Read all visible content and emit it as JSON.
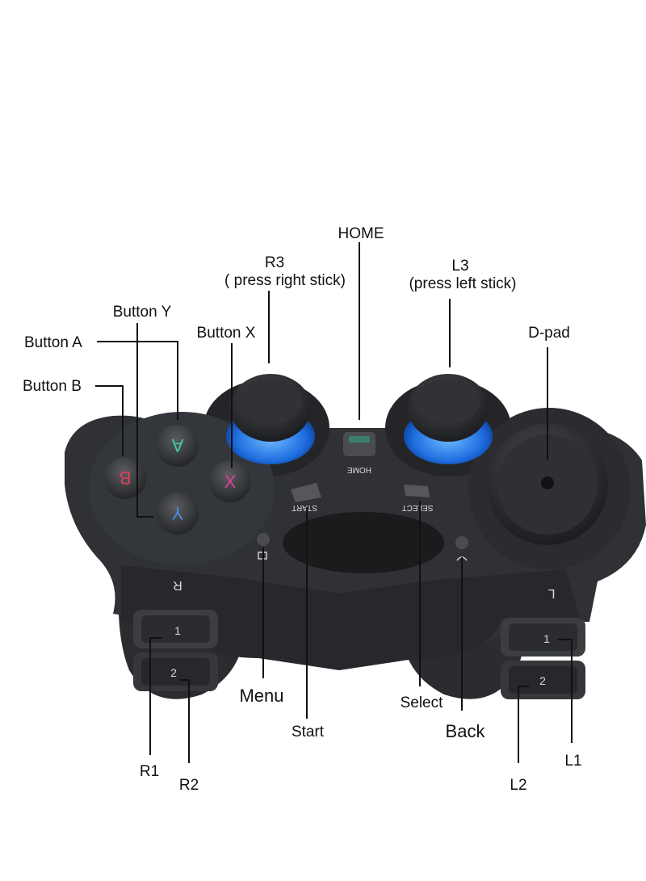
{
  "labels": {
    "home": "HOME",
    "r3_title": "R3",
    "r3_note": "( press right stick)",
    "l3_title": "L3",
    "l3_note": "(press left stick)",
    "button_y": "Button Y",
    "button_a": "Button A",
    "button_x": "Button X",
    "button_b": "Button B",
    "dpad": "D-pad",
    "menu": "Menu",
    "start": "Start",
    "select": "Select",
    "back": "Back",
    "r1": "R1",
    "r2": "R2",
    "l1": "L1",
    "l2": "L2"
  },
  "controller_print": {
    "home": "HOME",
    "start": "START",
    "select": "SELECT",
    "r_side": "R",
    "l_side": "L",
    "face_a": "A",
    "face_b": "B",
    "face_x": "X",
    "face_y": "Y",
    "bumper_1": "1",
    "bumper_2": "2"
  },
  "colors": {
    "body": "#2b2d30",
    "stick_ring": "#1f6fe0",
    "face_a": "#3fc9a8",
    "face_b": "#e0405a",
    "face_x": "#e0409a",
    "face_y": "#4a8fe0"
  }
}
